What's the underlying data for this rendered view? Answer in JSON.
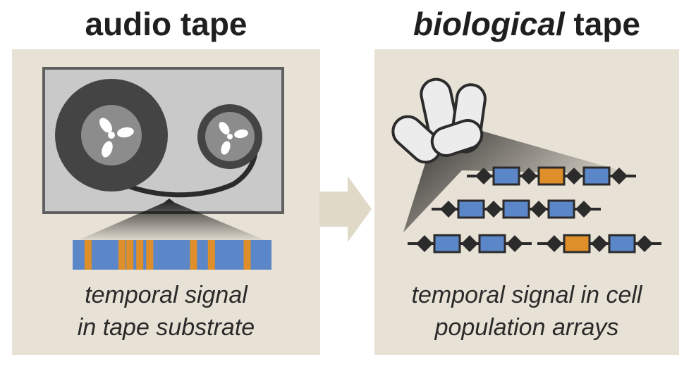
{
  "left_panel": {
    "title": "audio tape",
    "caption_line1": "temporal signal",
    "caption_line2": "in tape substrate"
  },
  "right_panel": {
    "title_italic": "biological",
    "title_rest": " tape",
    "caption_line1": "temporal signal in cell",
    "caption_line2": "population arrays"
  },
  "colors": {
    "panel_bg": "#e8e2d6",
    "tape_blue": "#5b87c8",
    "tape_orange": "#de8f2a",
    "dark": "#2b2b2b",
    "reel_dark": "#444444",
    "cell_fill": "#ececec",
    "arrow": "#e1d9c8"
  },
  "tape_strip_bands": [
    0.06,
    0.23,
    0.27,
    0.32,
    0.37,
    0.59,
    0.68,
    0.86
  ],
  "arrays": [
    [
      "blue",
      "orange",
      "blue"
    ],
    [
      "blue",
      "blue",
      "blue"
    ],
    [
      "blue",
      "blue"
    ],
    [
      "orange",
      "blue"
    ]
  ]
}
